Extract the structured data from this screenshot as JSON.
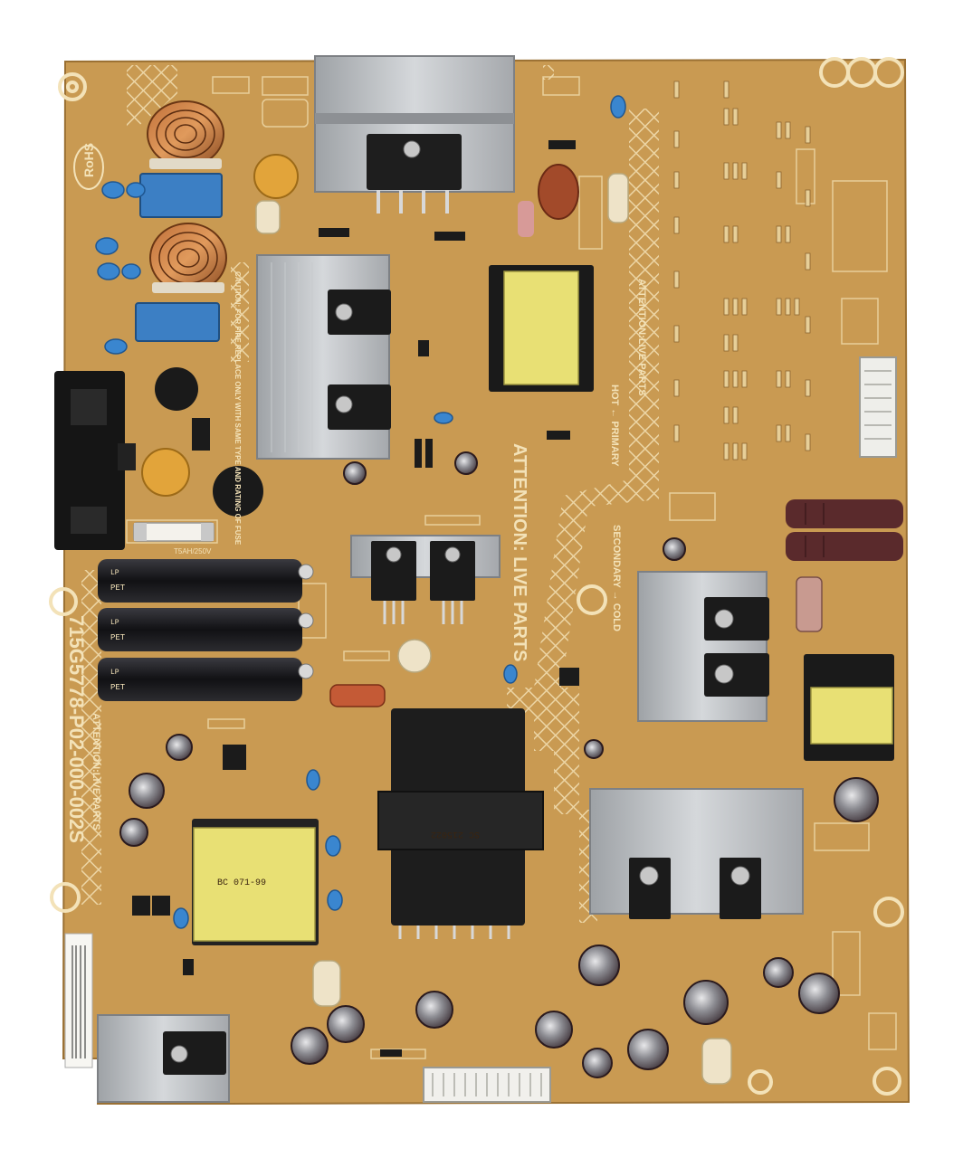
{
  "board": {
    "part_number": "715G5778-P02-000-002S",
    "rohs_mark": "RoHS",
    "attention_main": "ATTENTION: LIVE PARTS",
    "attention_small": "ATTENTION:LIVE PARTS",
    "hot_primary": "HOT ← PRIMARY",
    "secondary_cold": "SECONDARY → COLD",
    "fuse_rating": "T5AH/250V",
    "caution_text": "CAUTION: FOR FIRE REPLACE ONLY WITH SAME TYPE AND RATING OF FUSE",
    "big_transformer_label": "SC 215022",
    "small_transformer_label": "BC 071-99",
    "cap_brand": "LP",
    "cap_series": "PET"
  },
  "colors": {
    "board": "#c99a52",
    "silkscreen": "#f3e2b8",
    "heatsink": "#b9bcbf",
    "transformer_yellow": "#e9e07a",
    "ferrite": "#2a2a2a",
    "capacitor": "#1f1f22"
  }
}
